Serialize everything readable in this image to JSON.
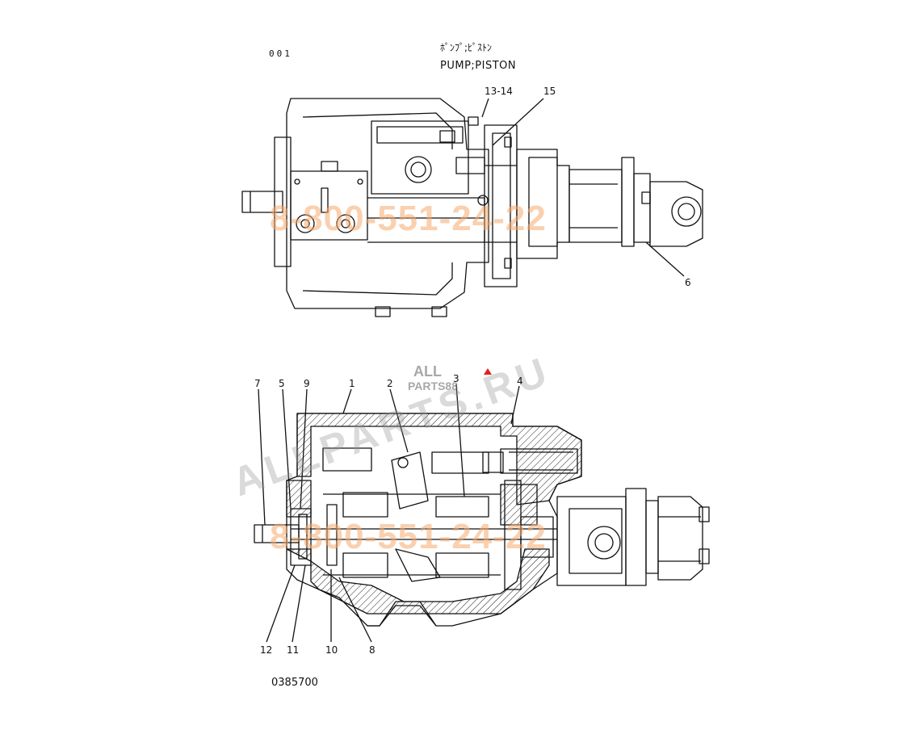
{
  "header": {
    "page_num": "001",
    "title_jp": "ﾎﾟﾝﾌﾟ;ﾋﾟｽﾄﾝ",
    "title_en": "PUMP;PISTON"
  },
  "drawing_number": "0385700",
  "callouts": {
    "top": [
      "13-14",
      "15",
      "6"
    ],
    "bottom": [
      "7",
      "5",
      "9",
      "1",
      "2",
      "3",
      "4",
      "12",
      "11",
      "10",
      "8"
    ]
  },
  "watermarks": {
    "phone_top": "8-800-551-24-22",
    "phone_bottom": "8-800-551-24-22",
    "site": "ALLPARTS.RU",
    "logo_line1": "ALL",
    "logo_line2": "PARTS88"
  }
}
